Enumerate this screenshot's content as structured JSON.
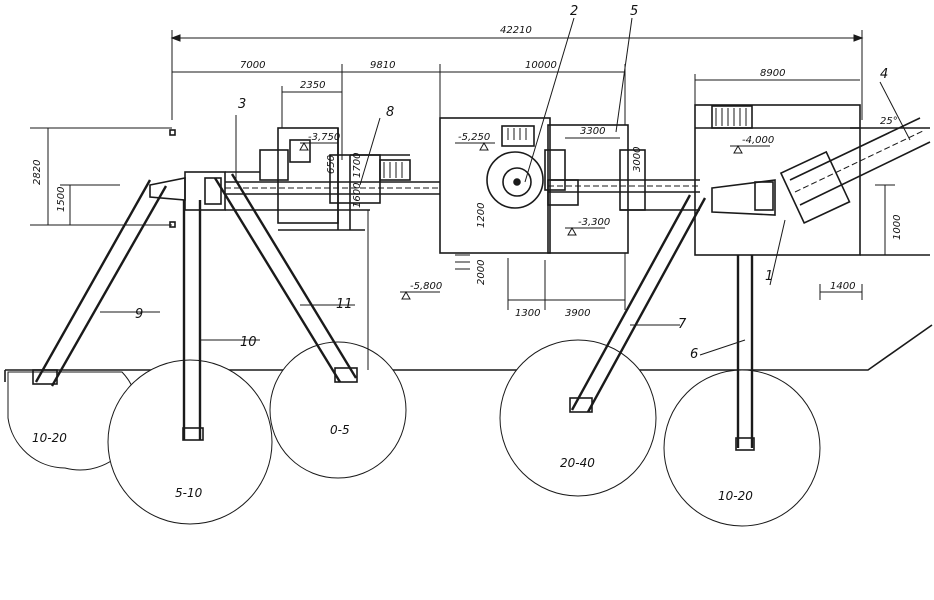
{
  "dimensions": {
    "overall": "42210",
    "seg1": "7000",
    "seg2": "9810",
    "seg3": "10000",
    "seg4": "8900",
    "top_2350": "2350",
    "top_3300": "3300",
    "left_1500": "1500",
    "left_2820": "2820",
    "v_650": "650",
    "v_1700": "1700",
    "v_1600": "1600",
    "v_1200": "1200",
    "v_3000": "3000",
    "v_1000": "1000",
    "v_2000": "2000",
    "bot_1300": "1300",
    "bot_3900": "3900",
    "right_1400": "1400",
    "angle": "25°"
  },
  "levels": {
    "l1": "-3,750",
    "l2": "-5,250",
    "l3": "-4,000",
    "l4": "-3,300",
    "l5": "-5,800"
  },
  "callouts": [
    "1",
    "2",
    "3",
    "4",
    "5",
    "6",
    "7",
    "8",
    "9",
    "10",
    "11"
  ],
  "piles": {
    "p1": "10-20",
    "p2": "5-10",
    "p3": "0-5",
    "p4": "20-40",
    "p5": "10-20"
  }
}
